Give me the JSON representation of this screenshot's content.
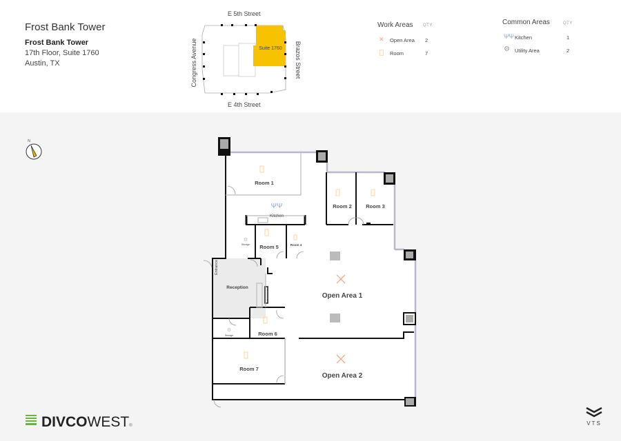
{
  "header": {
    "title": "Frost Bank Tower",
    "building_name": "Frost Bank Tower",
    "floor_suite": "17th Floor, Suite 1760",
    "city": "Austin, TX"
  },
  "keyplan": {
    "north_street": "E 5th Street",
    "south_street": "E 4th Street",
    "west_street": "Congress Avenue",
    "east_street": "Brazos Street",
    "suite_label": "Suite 1760",
    "highlight_color": "#f7c200"
  },
  "legend": {
    "work_title": "Work Areas",
    "common_title": "Common Areas",
    "qty_label": "QTY",
    "work_items": [
      {
        "icon": "expand-arrows-icon",
        "label": "Open Area",
        "qty": "2",
        "color": "#f4a07a"
      },
      {
        "icon": "door-icon",
        "label": "Room",
        "qty": "7",
        "color": "#fbe3b0"
      }
    ],
    "common_items": [
      {
        "icon": "fork-knife-icon",
        "label": "Kitchen",
        "qty": "1",
        "color": "#8aa4d6"
      },
      {
        "icon": "gear-icon",
        "label": "Utility Area",
        "qty": "2",
        "color": "#999999"
      }
    ]
  },
  "plan": {
    "compass_label": "N",
    "rooms": {
      "room1": "Room 1",
      "room2": "Room 2",
      "room3": "Room 3",
      "room4": "Room 4",
      "room5": "Room 5",
      "room6": "Room 6",
      "room7": "Room 7",
      "kitchen": "Kitchen",
      "reception": "Reception",
      "entrance": "Entrance",
      "storage_a": "Storage",
      "storage_b": "Storage",
      "open1": "Open Area 1",
      "open2": "Open Area 2"
    }
  },
  "footer": {
    "brand_bold": "DIVCO",
    "brand_light": "WEST",
    "brand_mark": "®",
    "vts_label": "VTS"
  }
}
